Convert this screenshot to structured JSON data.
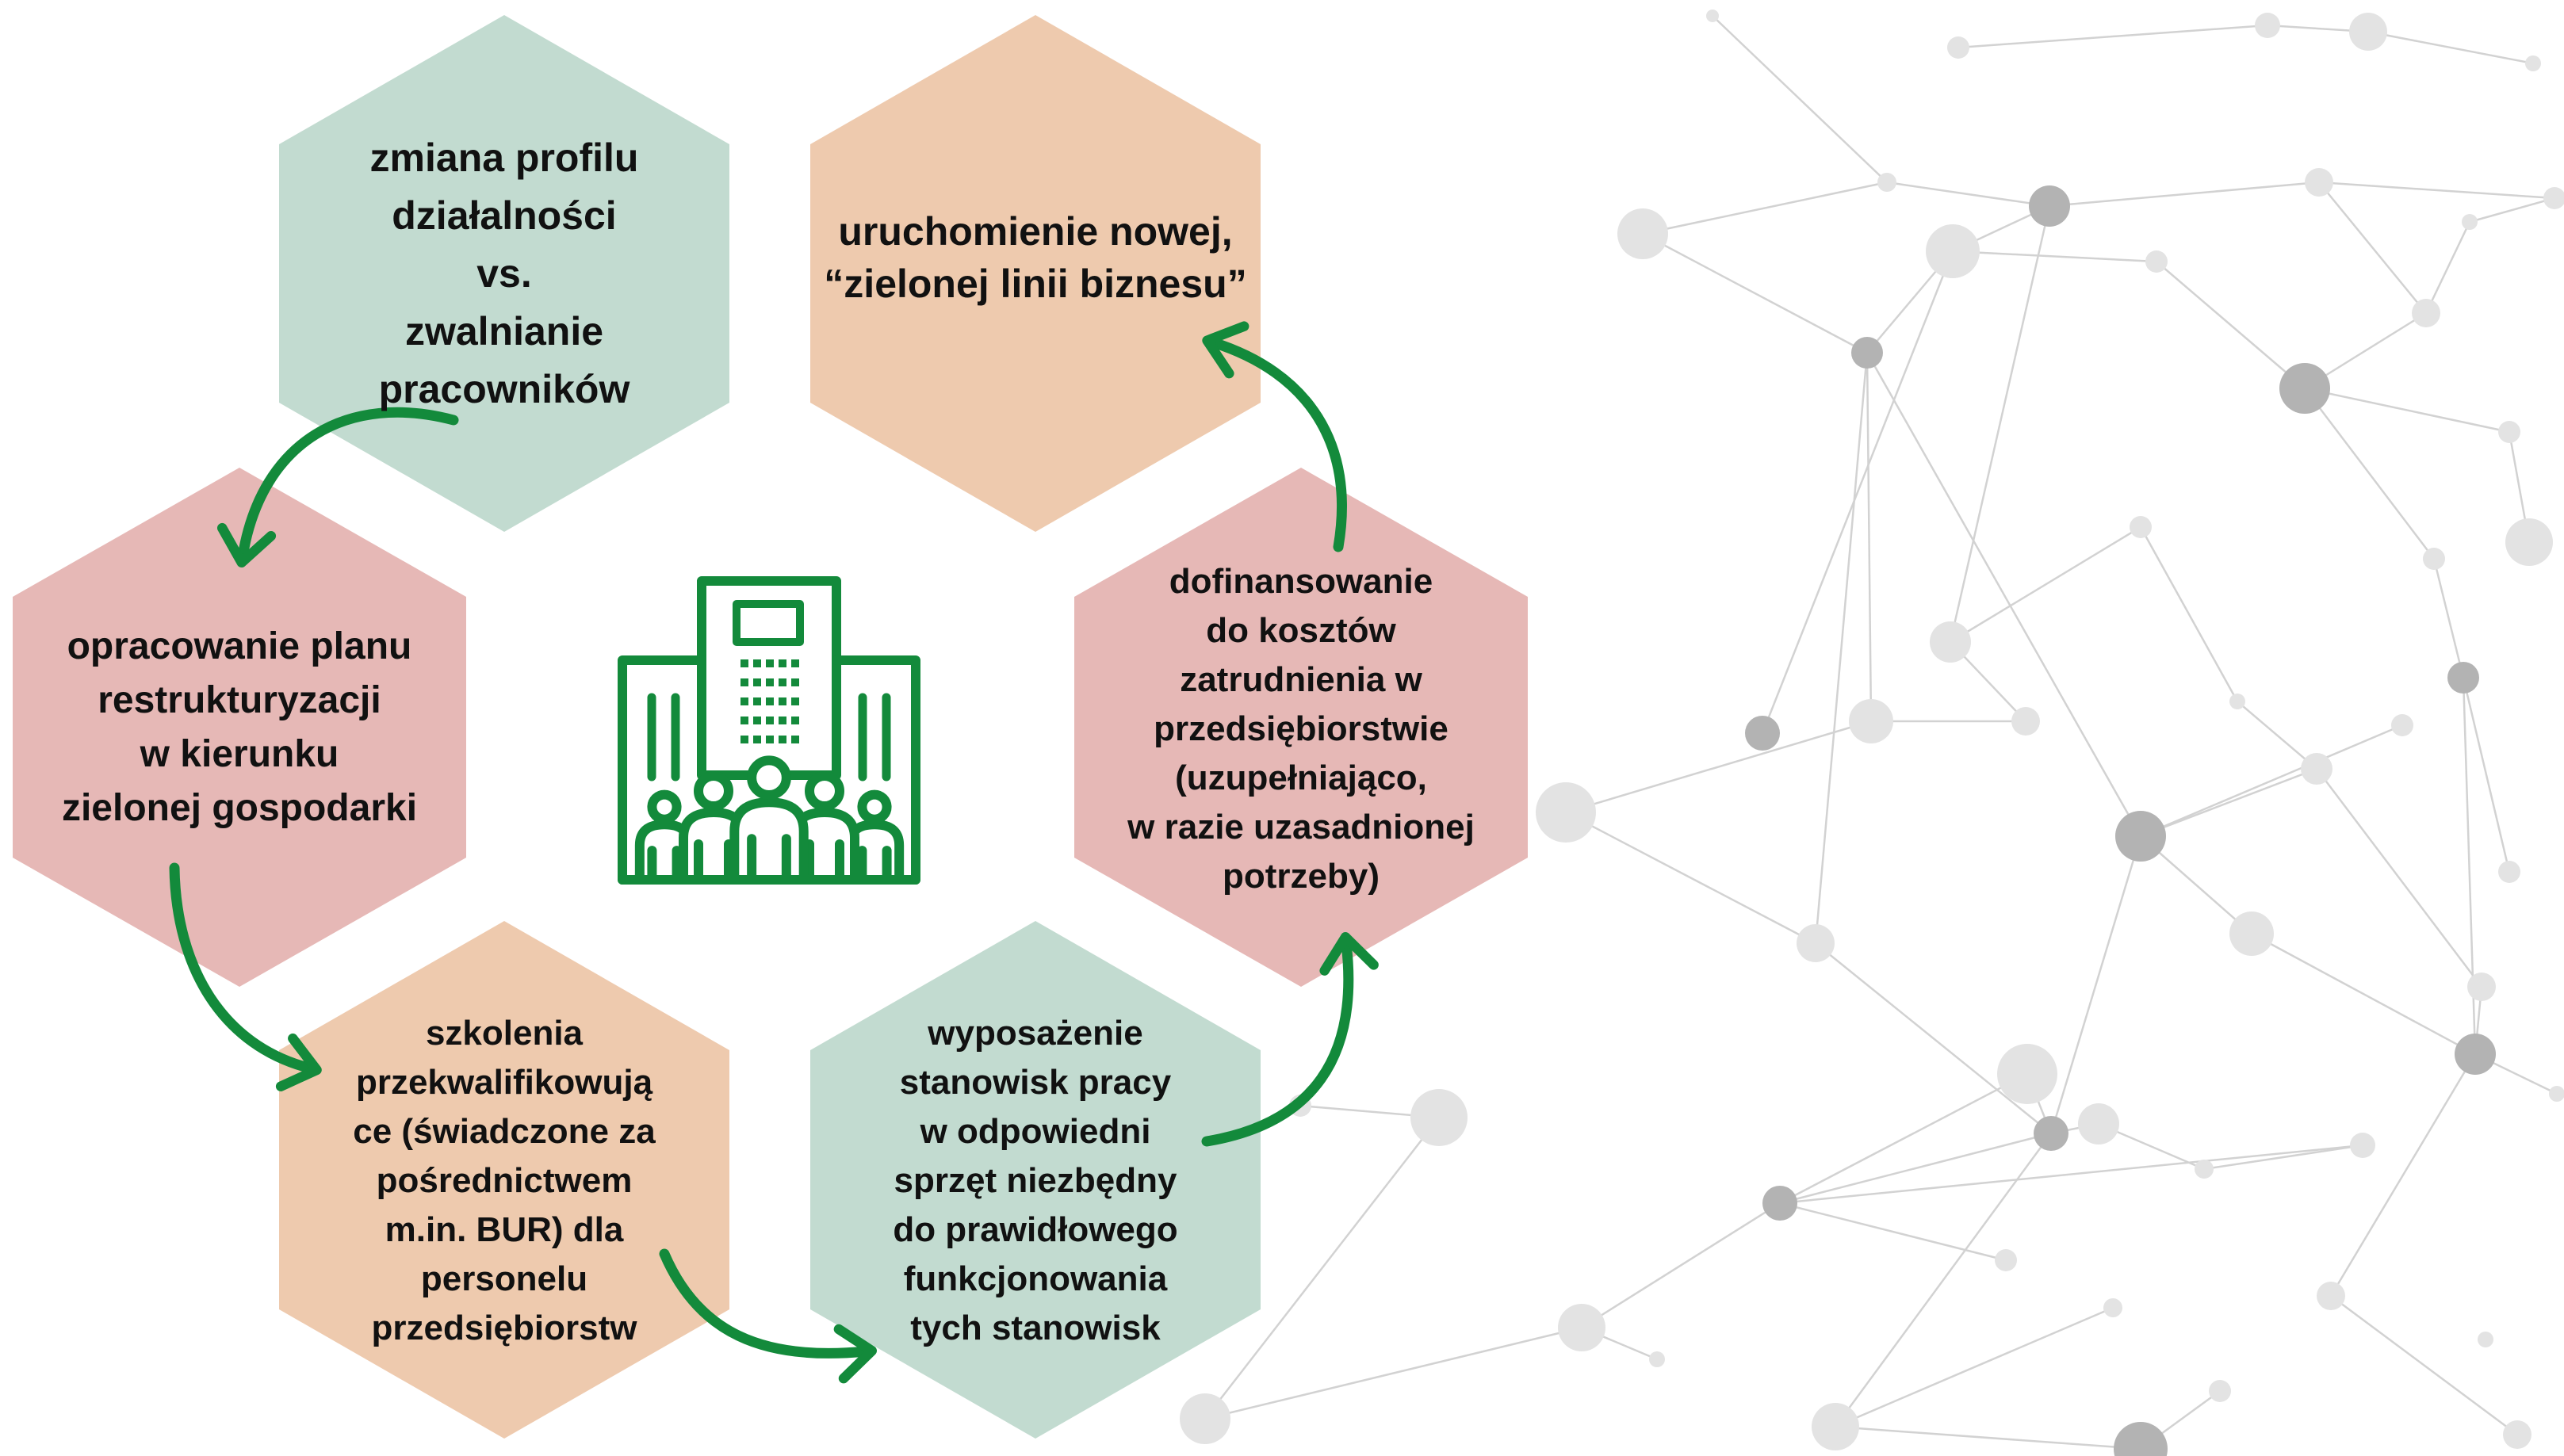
{
  "colors": {
    "green_hex": "#c2dbd0",
    "orange_hex": "#eecaae",
    "pink_hex": "#e6b8b6",
    "arrow": "#138a3b",
    "icon": "#138a3b",
    "network_line": "#d2d2d2",
    "network_node_dark": "#b3b3b3",
    "network_node_light": "#e3e3e3"
  },
  "steps": [
    {
      "id": "step-1",
      "text": "zmiana profilu\ndziałalności\nvs.\nzwalnianie\npracowników"
    },
    {
      "id": "step-2",
      "text": "opracowanie planu\nrestrukturyzacji\nw kierunku\nzielonej gospodarki"
    },
    {
      "id": "step-3",
      "text": "szkolenia\nprzekwalifikowują\nce (świadczone za\npośrednictwem\nm.in. BUR) dla\npersonelu\nprzedsiębiorstw"
    },
    {
      "id": "step-4",
      "text": "wyposażenie\nstanowisk pracy\nw odpowiedni\nsprzęt niezbędny\ndo prawidłowego\nfunkcjonowania\ntych stanowisk"
    },
    {
      "id": "step-5",
      "text": "dofinansowanie\ndo kosztów\nzatrudnienia w\nprzedsiębiorstwie\n(uzupełniająco,\nw razie uzasadnionej\npotrzeby)"
    },
    {
      "id": "step-6",
      "text": "uruchomienie nowej,\n“zielonej linii biznesu”"
    }
  ],
  "center_icon": "company-building-with-employees-icon",
  "background_decoration": "network-nodes-pattern"
}
